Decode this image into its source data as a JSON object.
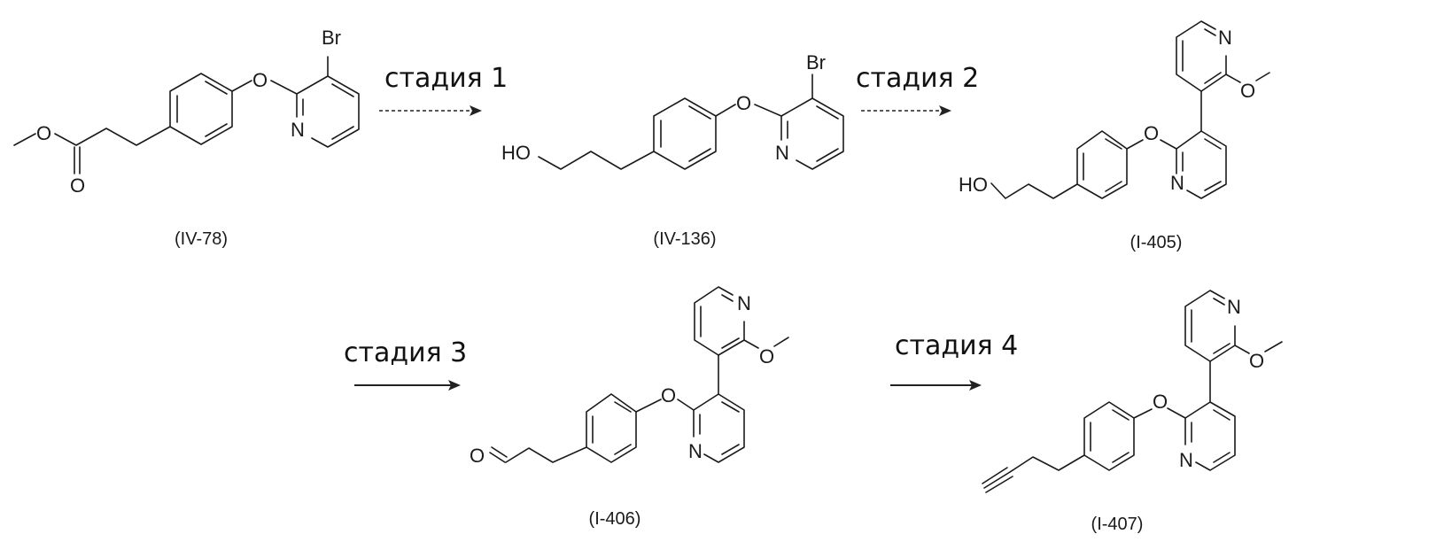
{
  "scheme": {
    "steps": [
      {
        "label": "стадия 1",
        "arrow_style": "dashed"
      },
      {
        "label": "стадия 2",
        "arrow_style": "dashed"
      },
      {
        "label": "стадия 3",
        "arrow_style": "solid"
      },
      {
        "label": "стадия 4",
        "arrow_style": "solid"
      }
    ],
    "compounds": [
      {
        "id": "(IV-78)",
        "atoms": {
          "o_ester": "O",
          "o_carbonyl": "O",
          "o_ether": "O",
          "n_pyr": "N",
          "br": "Br"
        }
      },
      {
        "id": "(IV-136)",
        "atoms": {
          "ho": "HO",
          "o_ether": "O",
          "n_pyr": "N",
          "br": "Br"
        }
      },
      {
        "id": "(I-405)",
        "atoms": {
          "ho": "HO",
          "o_ether": "O",
          "n_pyr": "N",
          "n_pyr2": "N",
          "o_methoxy": "O"
        }
      },
      {
        "id": "(I-406)",
        "atoms": {
          "o_aldehyde": "O",
          "o_ether": "O",
          "n_pyr": "N",
          "n_pyr2": "N",
          "o_methoxy": "O"
        }
      },
      {
        "id": "(I-407)",
        "atoms": {
          "o_ether": "O",
          "n_pyr": "N",
          "n_pyr2": "N",
          "o_methoxy": "O"
        }
      }
    ]
  }
}
